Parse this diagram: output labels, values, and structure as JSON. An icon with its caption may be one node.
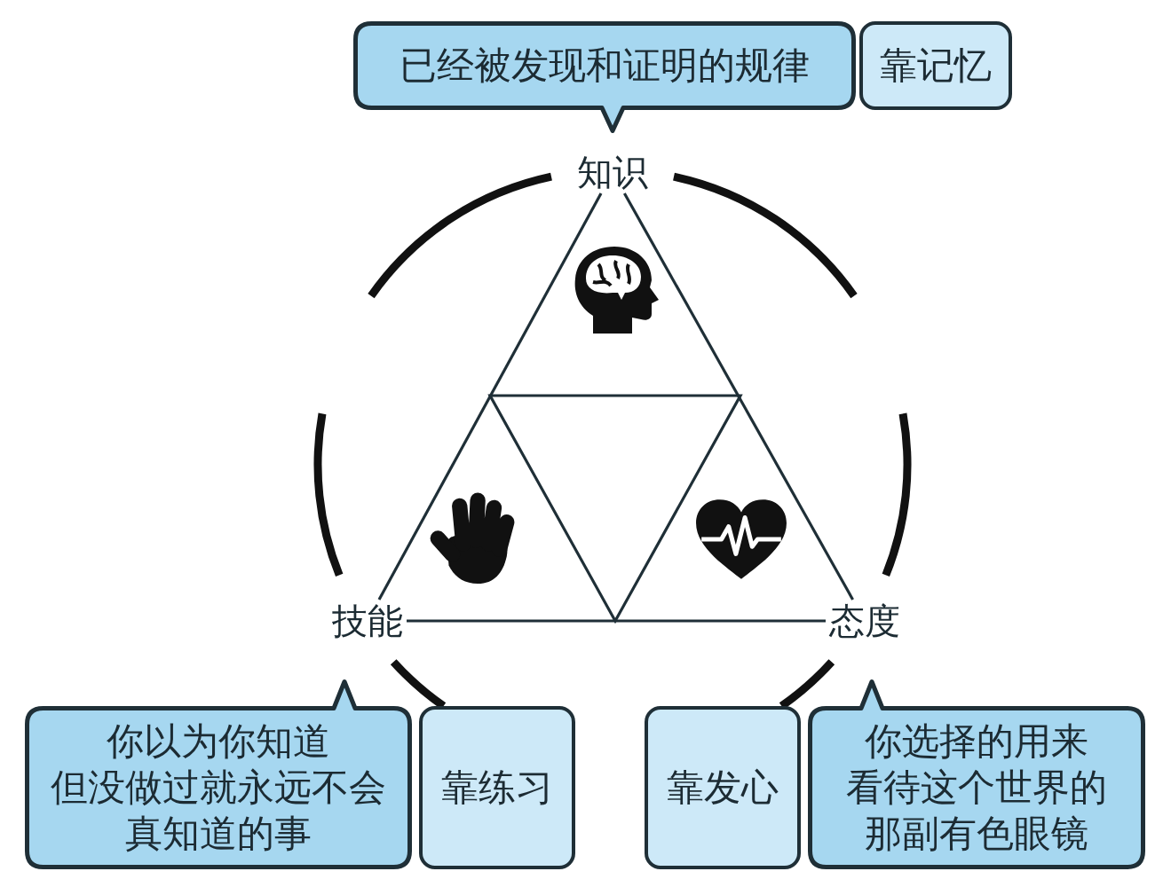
{
  "diagram": {
    "nodes": [
      {
        "text": [
          "已经被发现和证明的规律"
        ]
      },
      {
        "text": [
          "靠记忆"
        ]
      },
      {
        "text": [
          "知识"
        ]
      },
      {
        "text": [],
        "shape": "triangle"
      },
      {
        "text": [
          "技能"
        ]
      },
      {
        "text": [
          "态度"
        ]
      },
      {
        "text": [
          "你以为你知道但没做过就永远不会真知道的事"
        ]
      },
      {
        "text": [
          "靠练习"
        ]
      },
      {
        "text": [
          "靠发心"
        ]
      },
      {
        "text": [
          "你选择的用来看待这个世界的那副有色眼镜"
        ]
      }
    ],
    "edges": [
      {
        "from": 2,
        "to": 4,
        "arrow": "none"
      },
      {
        "from": 2,
        "to": 5,
        "arrow": "none"
      },
      {
        "from": 4,
        "to": 5,
        "arrow": "none"
      }
    ]
  }
}
